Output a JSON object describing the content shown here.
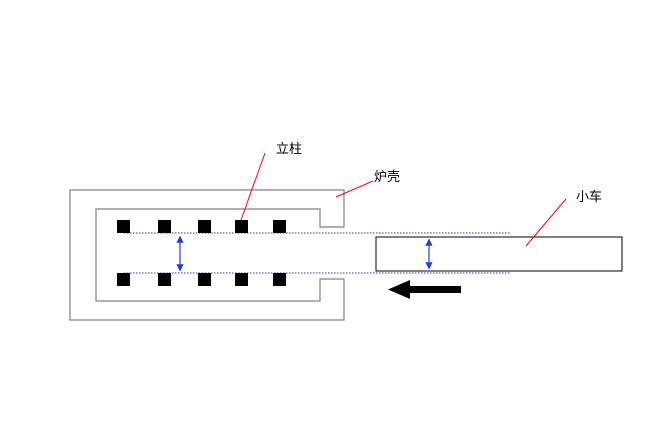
{
  "labels": {
    "pillar": "立柱",
    "furnace_shell": "炉壳",
    "trolley": "小车"
  },
  "colors": {
    "outline": "#808080",
    "pillar_fill": "#000000",
    "dotted_guide": "#3333aa",
    "dimension_arrow": "#1f3fd6",
    "leader_line": "#ff0000",
    "direction_arrow": "#000000",
    "trolley_outline": "#000000"
  },
  "icons": {
    "direction": "left-arrow-icon",
    "dimension": "double-vertical-arrow-icon"
  }
}
